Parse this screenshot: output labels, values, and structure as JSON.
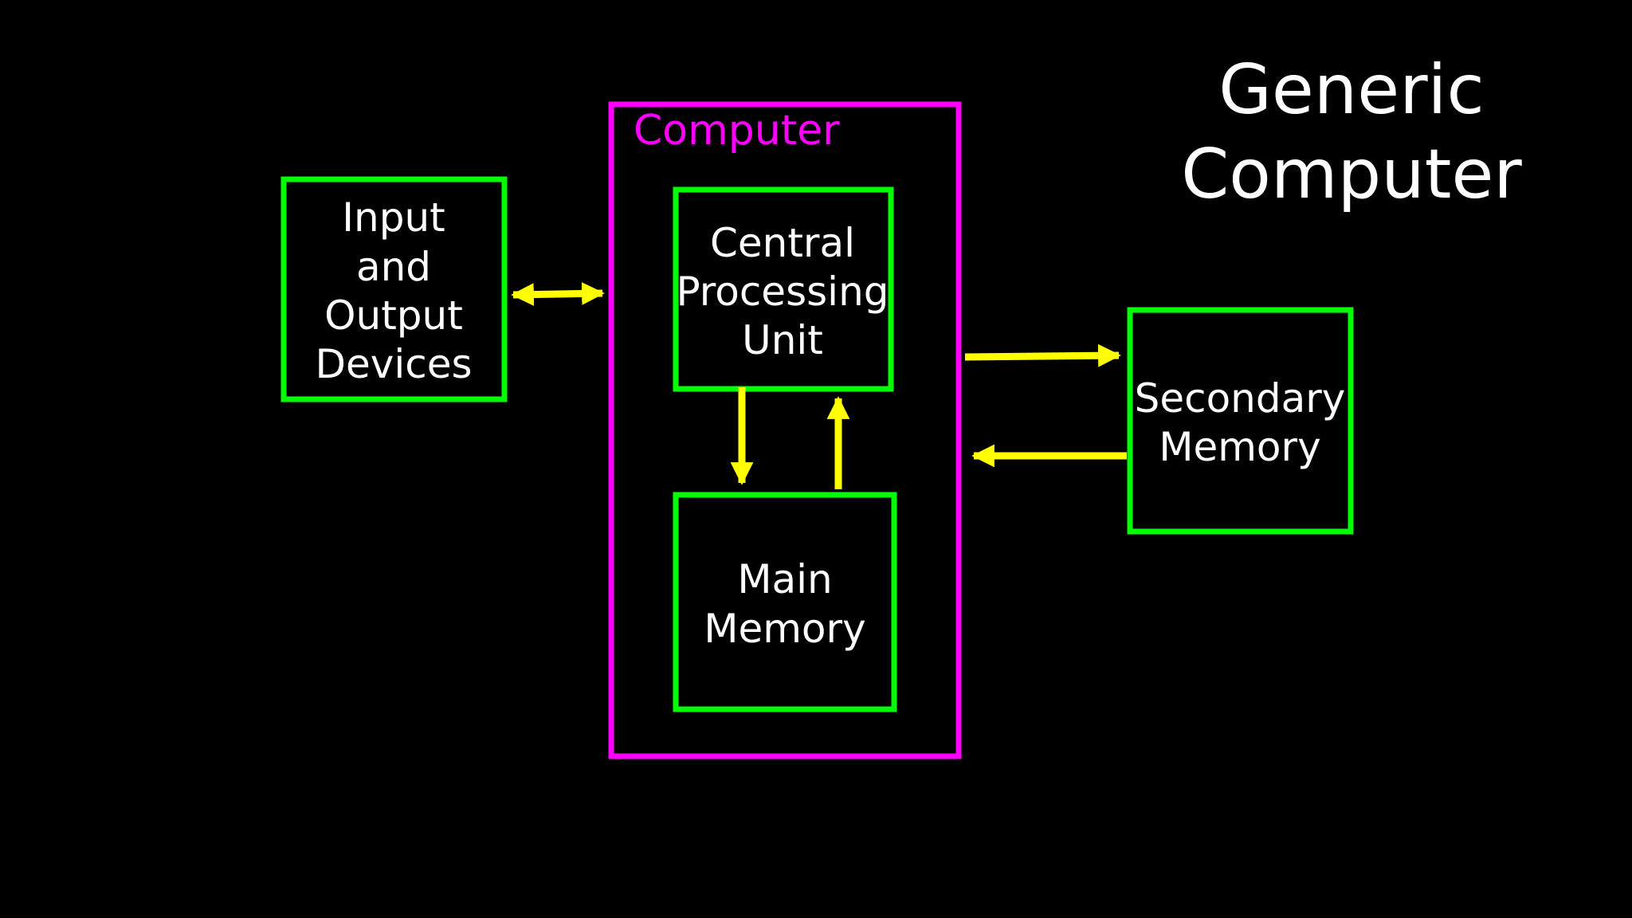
{
  "title": {
    "lines": [
      "Generic",
      "Computer"
    ]
  },
  "colors": {
    "background": "#000000",
    "container": "#ff00ff",
    "component": "#00ff00",
    "arrow": "#ffff00",
    "text": "#ffffff"
  },
  "container": {
    "label": "Computer"
  },
  "components": {
    "io": {
      "lines": [
        "Input",
        "and",
        "Output",
        "Devices"
      ]
    },
    "cpu": {
      "lines": [
        "Central",
        "Processing",
        "Unit"
      ]
    },
    "main_memory": {
      "lines": [
        "Main",
        "Memory"
      ]
    },
    "secondary_memory": {
      "lines": [
        "Secondary",
        "Memory"
      ]
    }
  },
  "connections": [
    {
      "from": "io",
      "to": "computer",
      "direction": "bidirectional"
    },
    {
      "from": "cpu",
      "to": "main_memory",
      "direction": "one-way"
    },
    {
      "from": "main_memory",
      "to": "cpu",
      "direction": "one-way"
    },
    {
      "from": "computer",
      "to": "secondary_memory",
      "direction": "one-way"
    },
    {
      "from": "secondary_memory",
      "to": "computer",
      "direction": "one-way"
    }
  ]
}
